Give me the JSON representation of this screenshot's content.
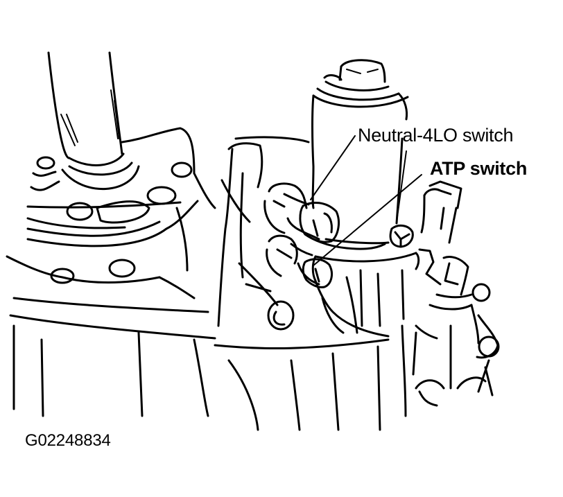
{
  "figure": {
    "description": "Line drawing of a transfer case showing switch locations",
    "figure_id": "G02248834",
    "background_color": "#ffffff",
    "line_color": "#000000"
  },
  "callouts": [
    {
      "label": "Neutral-4LO switch",
      "target": "upper switch on transfer case"
    },
    {
      "label": "ATP switch",
      "target": "lower switch on transfer case"
    }
  ]
}
